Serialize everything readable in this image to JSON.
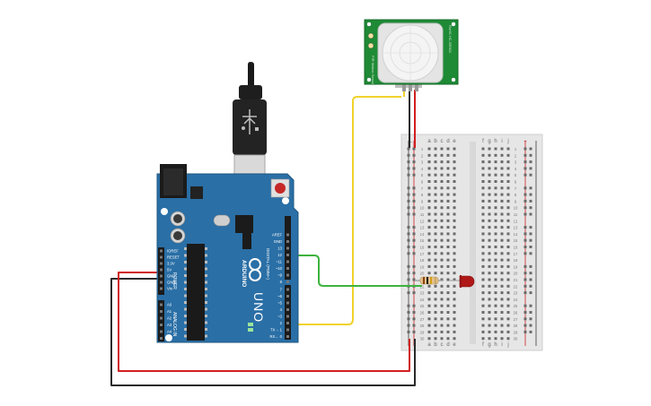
{
  "arduino": {
    "brand": "ARDUINO",
    "model": "UNO",
    "power_label": "POWER",
    "analog_label": "ANALOG IN",
    "digital_label": "DIGITAL (PWM~)",
    "tx_label": "TX",
    "rx_label": "RX",
    "power_pins": [
      "IOREF",
      "RESET",
      "3.3V",
      "5V",
      "GND",
      "GND",
      "Vin"
    ],
    "analog_pins": [
      "A0",
      "A1",
      "A2",
      "A3",
      "A4",
      "A5"
    ],
    "top_pins": [
      "AREF",
      "GND",
      "13",
      "12",
      "~11",
      "~10",
      "~9",
      "8"
    ],
    "bottom_pins": [
      "7",
      "~6",
      "~5",
      "4",
      "~3",
      "2",
      "TX→ 1",
      "RX← 0"
    ]
  },
  "pir": {
    "side_left": "PIR Motion Sensor",
    "side_right": "RoHS  HC-SR501"
  },
  "breadboard": {
    "cols_left": [
      "a",
      "b",
      "c",
      "d",
      "e"
    ],
    "cols_right": [
      "f",
      "g",
      "h",
      "i",
      "j"
    ],
    "row_numbers": [
      "1",
      "2",
      "3",
      "4",
      "5",
      "6",
      "7",
      "8",
      "9",
      "10",
      "11",
      "12",
      "13",
      "14",
      "15",
      "16",
      "17",
      "18",
      "19",
      "20",
      "21",
      "22",
      "23",
      "24",
      "25",
      "26",
      "27",
      "28",
      "29",
      "30"
    ],
    "plus": "+",
    "minus": "-"
  },
  "colors": {
    "board": "#2a6fa6",
    "pir_pcb": "#1e8a36",
    "wire_red": "#d11f1f",
    "wire_black": "#2a2a2a",
    "wire_yellow": "#f2d22c",
    "wire_green": "#3db33d",
    "led": "#b01818",
    "resistor": "#e4c08a"
  }
}
